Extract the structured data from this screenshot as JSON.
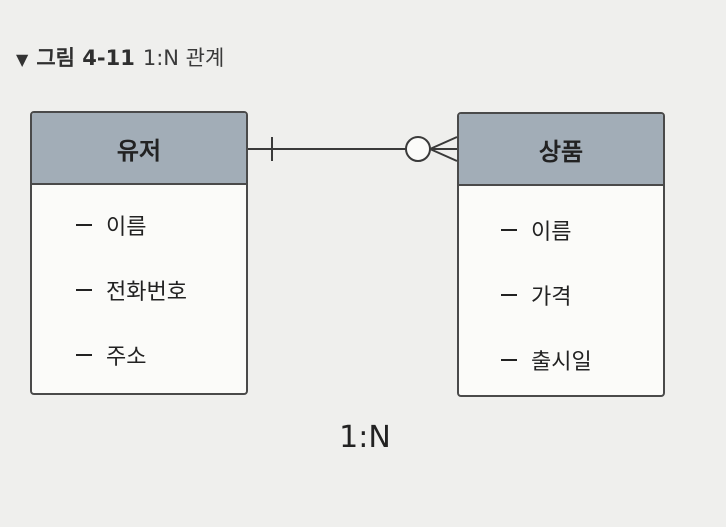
{
  "caption": {
    "marker": "▼",
    "figure_label": "그림 4-11",
    "title": "1:N 관계"
  },
  "entities": [
    {
      "name": "유저",
      "attributes": [
        "이름",
        "전화번호",
        "주소"
      ]
    },
    {
      "name": "상품",
      "attributes": [
        "이름",
        "가격",
        "출시일"
      ]
    }
  ],
  "relationship": {
    "left_cardinality": "one",
    "right_cardinality": "zero-or-many",
    "label": "1:N"
  }
}
